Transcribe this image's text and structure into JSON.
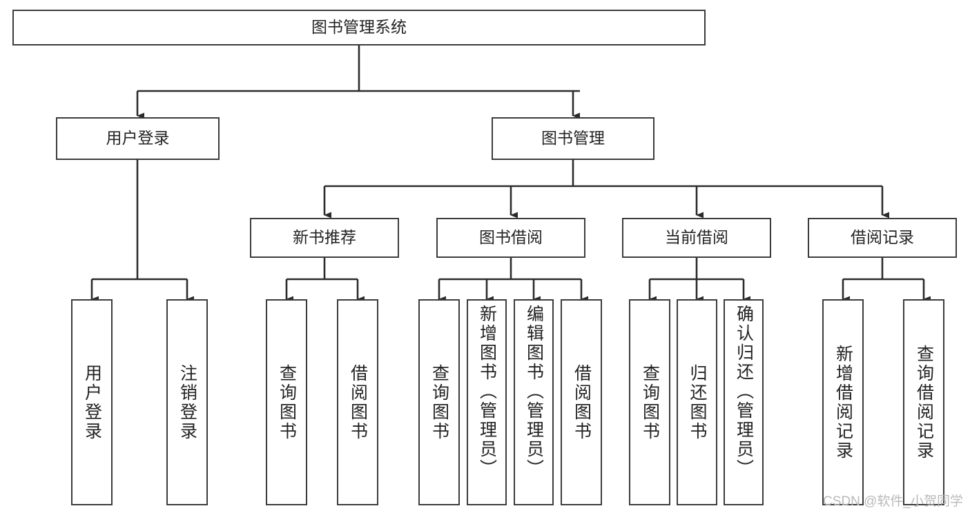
{
  "diagram": {
    "type": "tree",
    "title": "图书管理系统",
    "orientation": "top-down",
    "colors": {
      "box_border": "#3b3b3b",
      "box_fill": "#ffffff",
      "edge": "#2b2b2b",
      "text": "#222222",
      "watermark": "#b9b9b9"
    },
    "watermark": "CSDN @软件_小贺同学"
  },
  "nodes": {
    "root": {
      "label": "图书管理系统"
    },
    "level2": [
      {
        "label": "用户登录"
      },
      {
        "label": "图书管理"
      }
    ],
    "level3": [
      {
        "label": "新书推荐"
      },
      {
        "label": "图书借阅"
      },
      {
        "label": "当前借阅"
      },
      {
        "label": "借阅记录"
      }
    ],
    "leaves": {
      "user_login": [
        {
          "label": "用户登录"
        },
        {
          "label": "注销登录"
        }
      ],
      "new_book_recommend": [
        {
          "label": "查询图书"
        },
        {
          "label": "借阅图书"
        }
      ],
      "book_borrow": [
        {
          "label": "查询图书"
        },
        {
          "label": "新增图书（管理员）"
        },
        {
          "label": "编辑图书（管理员）"
        },
        {
          "label": "借阅图书"
        }
      ],
      "current_borrow": [
        {
          "label": "查询图书"
        },
        {
          "label": "归还图书"
        },
        {
          "label": "确认归还（管理员）"
        }
      ],
      "borrow_records": [
        {
          "label": "新增借阅记录"
        },
        {
          "label": "查询借阅记录"
        }
      ]
    }
  }
}
